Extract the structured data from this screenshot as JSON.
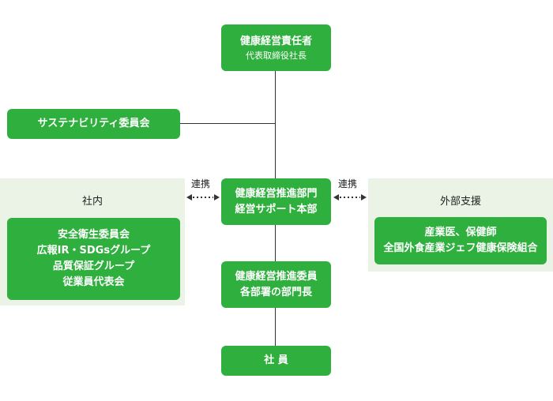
{
  "nodes": {
    "top": {
      "title": "健康経営責任者",
      "subtitle": "代表取締役社長"
    },
    "sustainability": "サステナビリティ委員会",
    "promotion": [
      "健康経営推進部門",
      "経営サポート本部"
    ],
    "committee": [
      "健康経営推進委員",
      "各部署の部門長"
    ],
    "employees": "社 員"
  },
  "internal": {
    "title": "社内",
    "items": [
      "安全衛生委員会",
      "広報IR・SDGsグループ",
      "品質保証グループ",
      "従業員代表会"
    ]
  },
  "external": {
    "title": "外部支援",
    "items": [
      "産業医、保健師",
      "全国外食産業ジェフ健康保険組合"
    ]
  },
  "links": {
    "left": "連携",
    "right": "連携"
  },
  "colors": {
    "box": "#2fb03e",
    "panel": "#eaf3e5",
    "line": "#333333"
  }
}
